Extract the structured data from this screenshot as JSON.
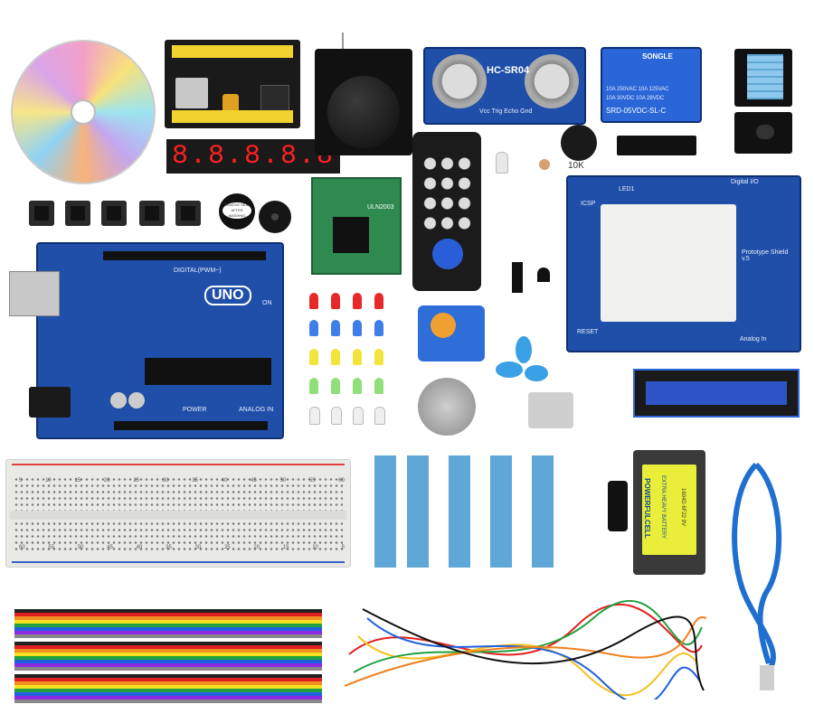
{
  "seven_segment": {
    "display": "8.8.8.8.8"
  },
  "uno": {
    "model": "UNO",
    "digital": "DIGITAL(PWM~)",
    "power": "POWER",
    "analog": "ANALOG IN",
    "on": "ON"
  },
  "ultrasonic": {
    "model": "HC-SR04",
    "pins": "Vcc Trig Echo Gnd"
  },
  "relay": {
    "brand": "SONGLE",
    "spec1": "10A 250VAC 10A 125VAC",
    "spec2": "10A 30VDC 10A 28VDC",
    "model": "SRD-05VDC-SL-C"
  },
  "buzzer_sticker": "REMOVE SEAL AFTER WASHING",
  "potentiometer": "10K",
  "stepper_driver": "ULN2003",
  "proto_shield": {
    "top": "Digital I/O",
    "title": "Prototype Shield v.5",
    "bottom": "Analog In",
    "icsp": "ICSP",
    "led": "LED1",
    "reset": "RESET"
  },
  "battery": {
    "brand": "POWERFULCELL",
    "type": "EXTRA HEAVY BATTERY",
    "model": "1604D 6F22 9V"
  },
  "breadboard": {
    "top_numbers": [
      "5",
      "10",
      "15",
      "20",
      "25",
      "30",
      "35",
      "40",
      "45",
      "50",
      "55",
      "60"
    ],
    "bottom_numbers": [
      "60",
      "55",
      "50",
      "45",
      "40",
      "35",
      "30",
      "25",
      "20",
      "15",
      "10",
      "5"
    ]
  },
  "colors": {
    "pcb_blue": "#1f4fa8",
    "breadboard": "#e9e9e6",
    "usb_cable": "#1f6fd1",
    "led_red": "#e8292b",
    "led_blue": "#3f7ee8",
    "led_yellow": "#f1e43a",
    "led_green": "#8fe07a"
  },
  "icons": [
    "cd-disc",
    "power-module",
    "seven-segment",
    "tactile-buttons",
    "buzzer",
    "arduino-uno",
    "joystick",
    "ir-remote",
    "ultrasonic-sensor",
    "relay-module",
    "dht11-sensor",
    "ir-receiver",
    "proto-shield",
    "lcd1602",
    "servo",
    "stepper-motor",
    "fan-motor",
    "leds",
    "resistors",
    "battery",
    "usb-cable",
    "jumper-wires",
    "breadboard"
  ]
}
